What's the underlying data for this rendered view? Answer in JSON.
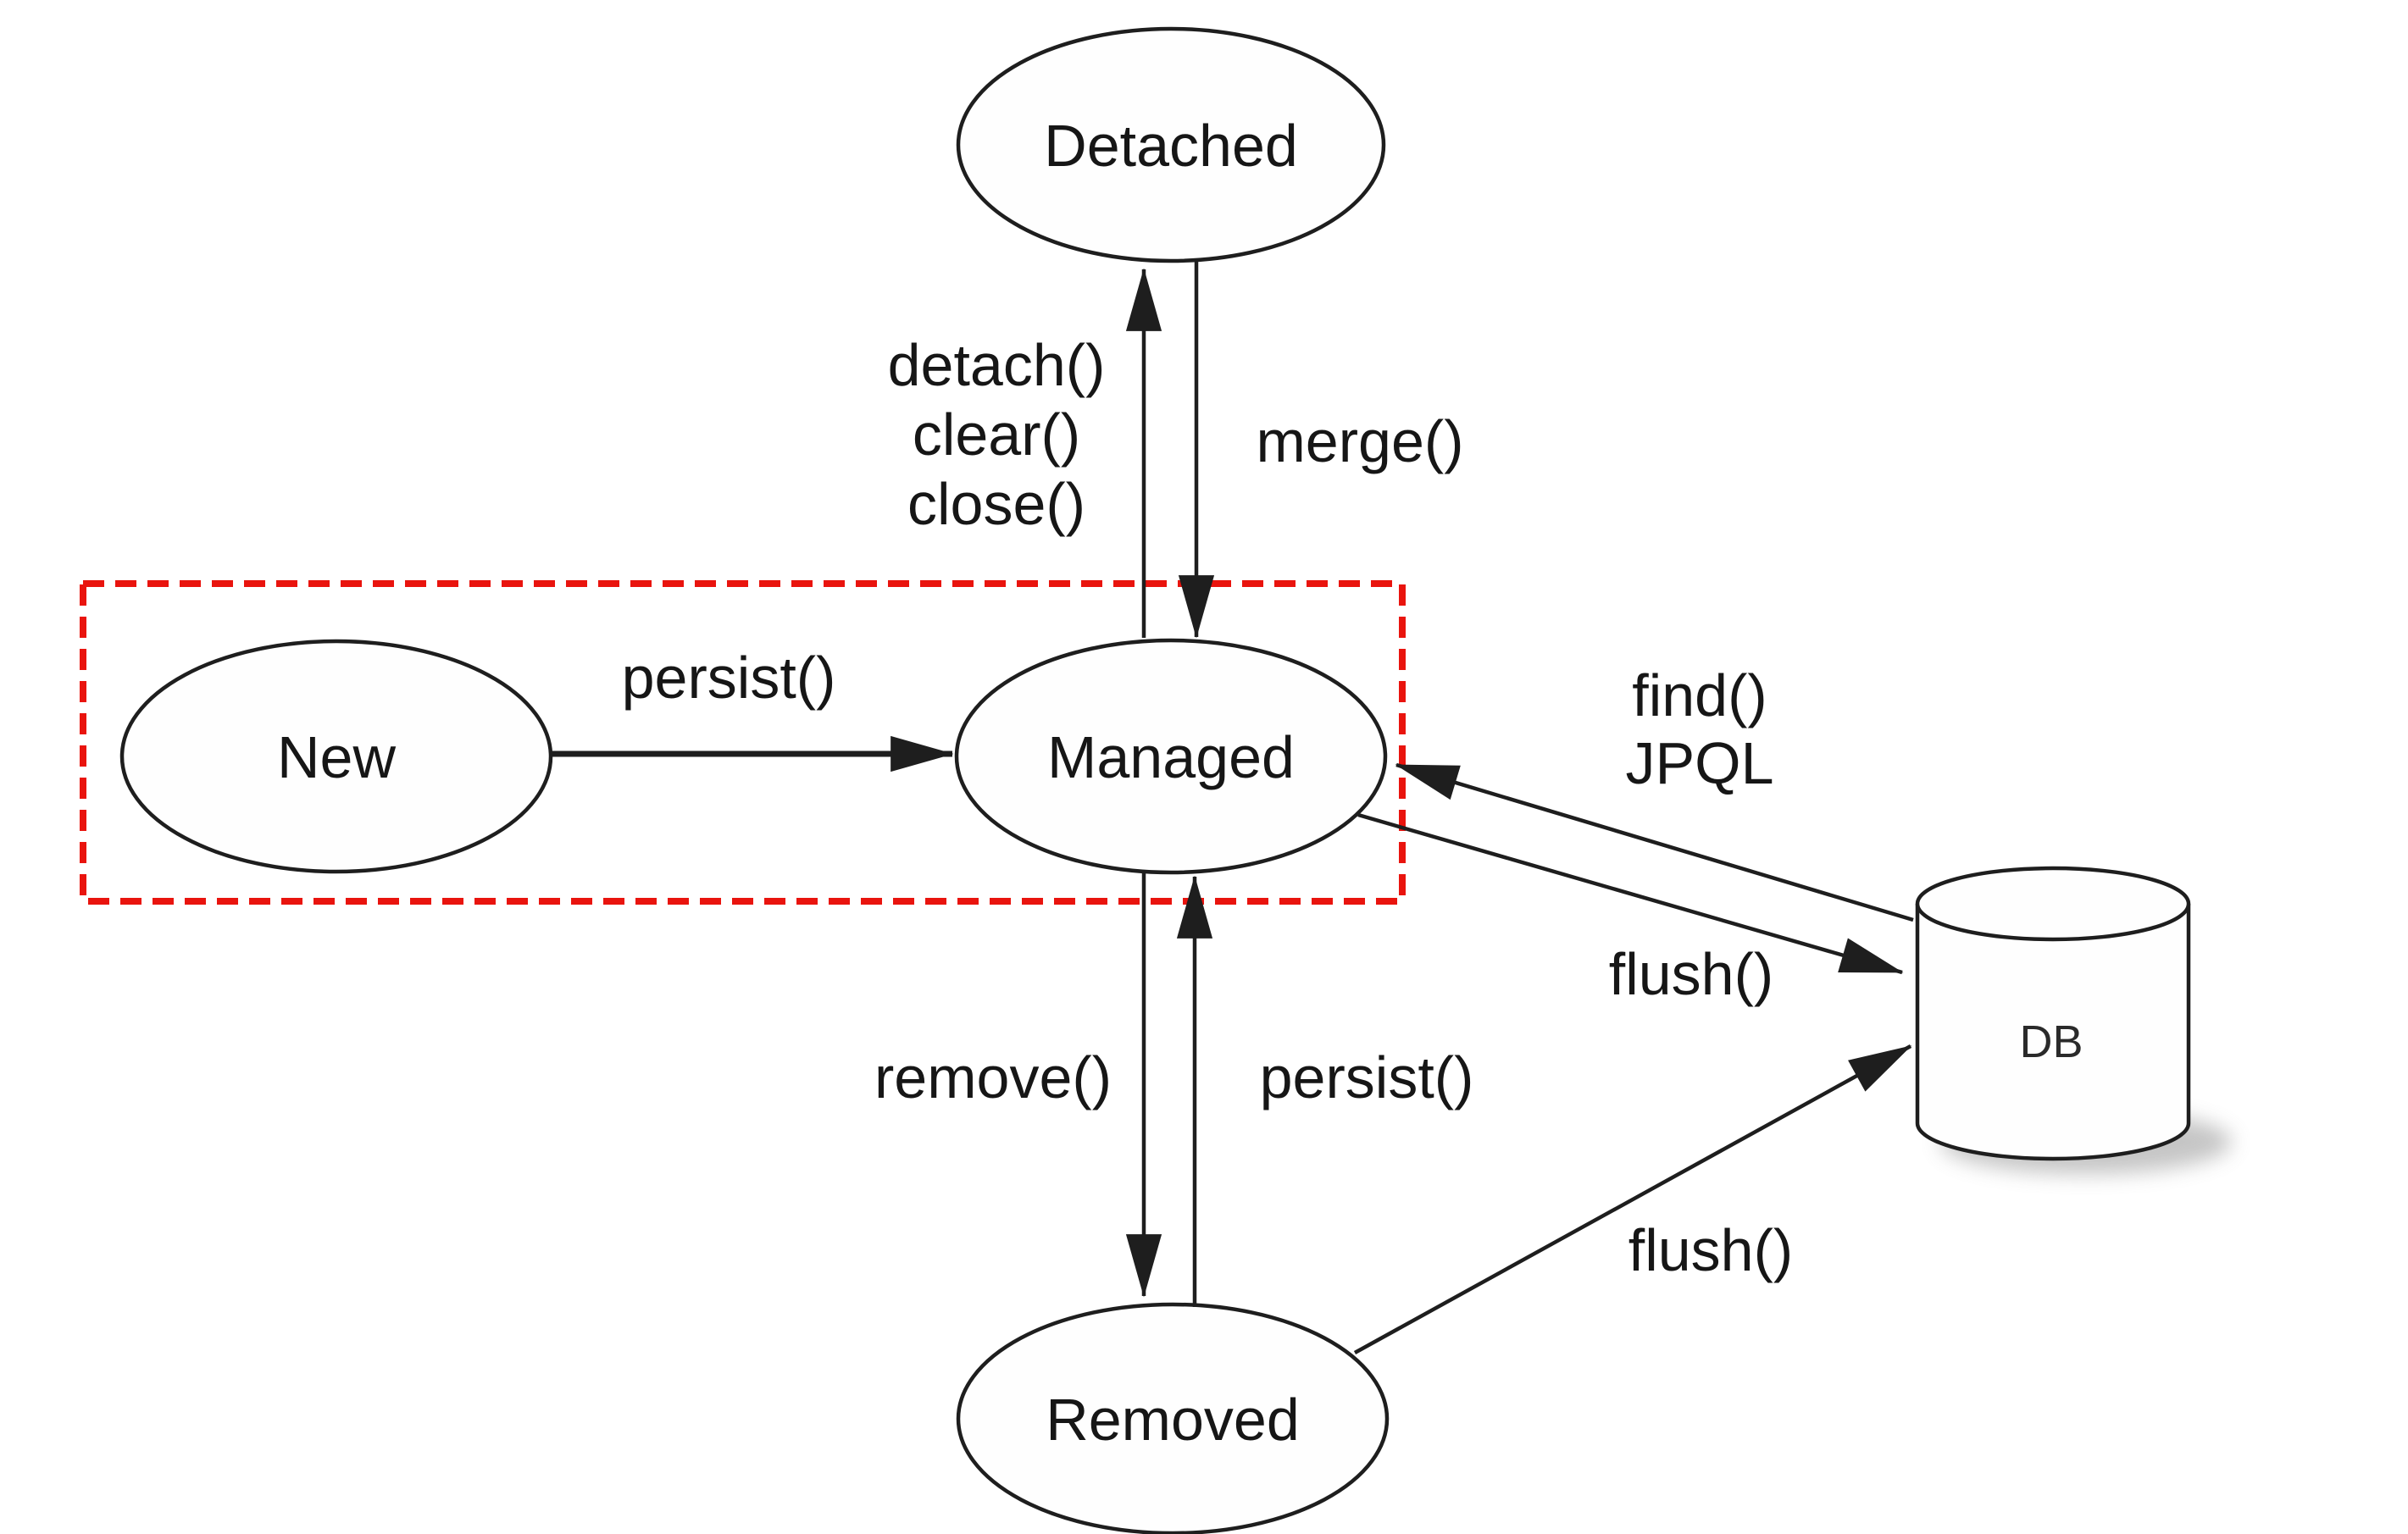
{
  "diagram": {
    "type": "state-diagram",
    "subject": "JPA entity lifecycle states",
    "background": "#ffffff",
    "stroke_color": "#1e1e1e",
    "text_color": "#161616",
    "highlight_color": "#e9140e",
    "nodes": {
      "detached": "Detached",
      "new": "New",
      "managed": "Managed",
      "removed": "Removed",
      "db": "DB"
    },
    "edge_labels": {
      "managed_to_detached_1": "detach()",
      "managed_to_detached_2": "clear()",
      "managed_to_detached_3": "close()",
      "detached_to_managed": "merge()",
      "new_to_managed": "persist()",
      "managed_to_removed": "remove()",
      "removed_to_managed": "persist()",
      "db_to_managed_1": "find()",
      "db_to_managed_2": "JPQL",
      "managed_to_db": "flush()",
      "removed_to_db": "flush()"
    },
    "edges": [
      {
        "from": "Managed",
        "to": "Detached",
        "label": "detach() clear() close()"
      },
      {
        "from": "Detached",
        "to": "Managed",
        "label": "merge()"
      },
      {
        "from": "New",
        "to": "Managed",
        "label": "persist()"
      },
      {
        "from": "Managed",
        "to": "Removed",
        "label": "remove()"
      },
      {
        "from": "Removed",
        "to": "Managed",
        "label": "persist()"
      },
      {
        "from": "DB",
        "to": "Managed",
        "label": "find() JPQL"
      },
      {
        "from": "Managed",
        "to": "DB",
        "label": "flush()"
      },
      {
        "from": "Removed",
        "to": "DB",
        "label": "flush()"
      }
    ],
    "highlight_box": {
      "style": "red-dashed-rectangle",
      "contains": [
        "New",
        "Managed"
      ]
    }
  }
}
